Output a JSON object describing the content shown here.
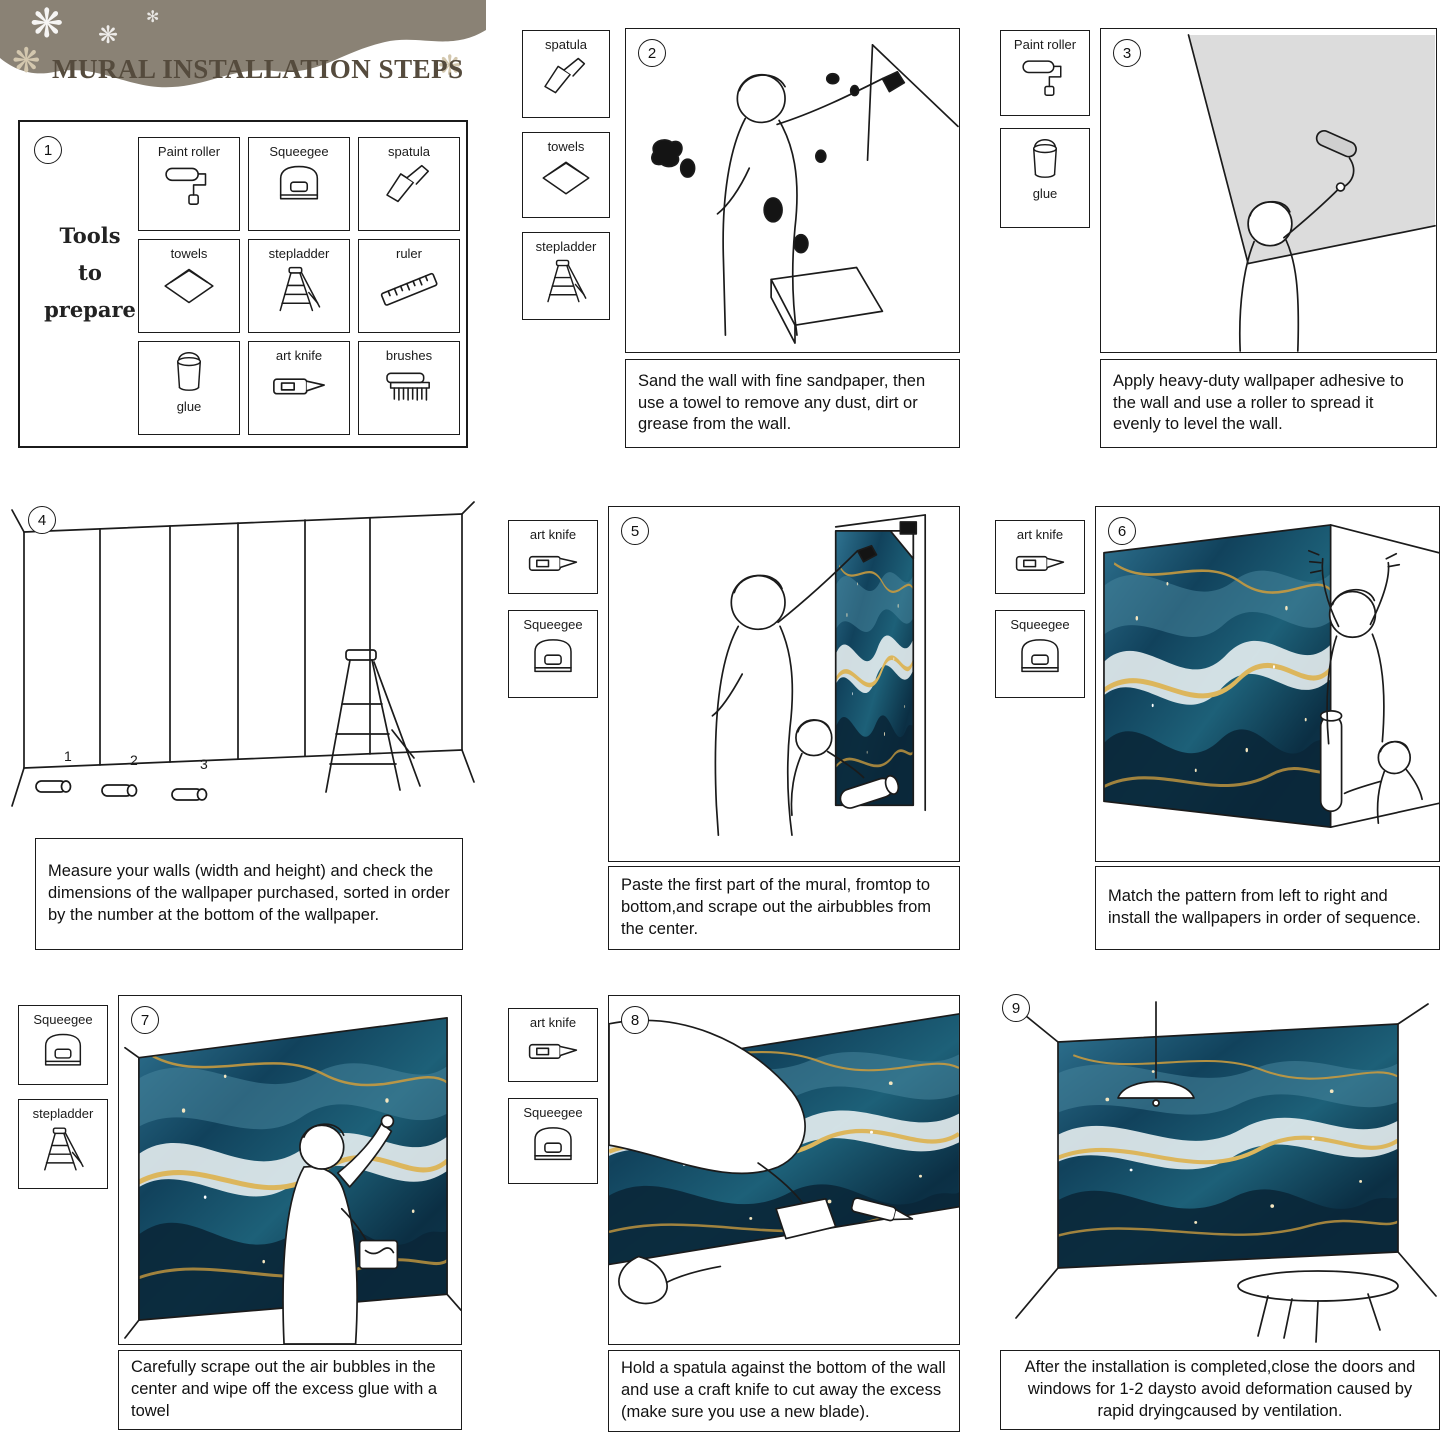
{
  "header": {
    "title": "MURAL INSTALLATION STEPS"
  },
  "tools_panel": {
    "number": "1",
    "intro": [
      "Tools",
      "to",
      "prepare"
    ],
    "tools": [
      {
        "label": "Paint roller",
        "icon": "paint-roller-icon"
      },
      {
        "label": "Squeegee",
        "icon": "squeegee-icon"
      },
      {
        "label": "spatula",
        "icon": "spatula-icon"
      },
      {
        "label": "towels",
        "icon": "towels-icon"
      },
      {
        "label": "stepladder",
        "icon": "stepladder-icon"
      },
      {
        "label": "ruler",
        "icon": "ruler-icon"
      },
      {
        "label": "glue",
        "icon": "glue-icon"
      },
      {
        "label": "art knife",
        "icon": "art-knife-icon"
      },
      {
        "label": "brushes",
        "icon": "brushes-icon"
      }
    ]
  },
  "step2": {
    "number": "2",
    "tools": [
      {
        "label": "spatula",
        "icon": "spatula-icon"
      },
      {
        "label": "towels",
        "icon": "towels-icon"
      },
      {
        "label": "stepladder",
        "icon": "stepladder-icon"
      }
    ],
    "caption": "Sand the wall with fine sandpaper, then use a towel to remove any dust, dirt or grease from the wall."
  },
  "step3": {
    "number": "3",
    "tools": [
      {
        "label": "Paint roller",
        "icon": "paint-roller-icon"
      },
      {
        "label": "glue",
        "icon": "glue-icon"
      }
    ],
    "caption": "Apply heavy-duty wallpaper adhesive to the wall and use a roller to spread it evenly to level the wall."
  },
  "step4": {
    "number": "4",
    "roll_numbers": [
      "1",
      "2",
      "3"
    ],
    "caption": "Measure your walls (width and height) and check the dimensions of the wallpaper purchased, sorted in order by the number at the bottom of the wallpaper."
  },
  "step5": {
    "number": "5",
    "tools": [
      {
        "label": "art knife",
        "icon": "art-knife-icon"
      },
      {
        "label": "Squeegee",
        "icon": "squeegee-icon"
      }
    ],
    "caption": "Paste the first part of the mural, fromtop to bottom,and scrape out the airbubbles from the center."
  },
  "step6": {
    "number": "6",
    "tools": [
      {
        "label": "art knife",
        "icon": "art-knife-icon"
      },
      {
        "label": "Squeegee",
        "icon": "squeegee-icon"
      }
    ],
    "caption": "Match the pattern from left to right and install the wallpapers in order of sequence."
  },
  "step7": {
    "number": "7",
    "tools": [
      {
        "label": "Squeegee",
        "icon": "squeegee-icon"
      },
      {
        "label": "stepladder",
        "icon": "stepladder-icon"
      }
    ],
    "caption": "Carefully scrape out the air bubbles in the center and wipe off the excess glue with a towel"
  },
  "step8": {
    "number": "8",
    "tools": [
      {
        "label": "art knife",
        "icon": "art-knife-icon"
      },
      {
        "label": "Squeegee",
        "icon": "squeegee-icon"
      }
    ],
    "caption": "Hold a spatula against the bottom of the wall and use a craft knife to cut away the excess (make sure you use a new blade)."
  },
  "step9": {
    "number": "9",
    "caption": "After the installation is completed,close the doors and windows for 1-2 daysto avoid deformation caused by rapid dryingcaused by ventilation."
  },
  "colors": {
    "header_band": "#8a8275",
    "title_text": "#554b3d",
    "ink": "#1b1b1b",
    "mural_teal": "#1d6078",
    "mural_navy": "#0b2f44",
    "mural_gold": "#c79a3f",
    "adhesive_gray": "#dcdcdc"
  }
}
